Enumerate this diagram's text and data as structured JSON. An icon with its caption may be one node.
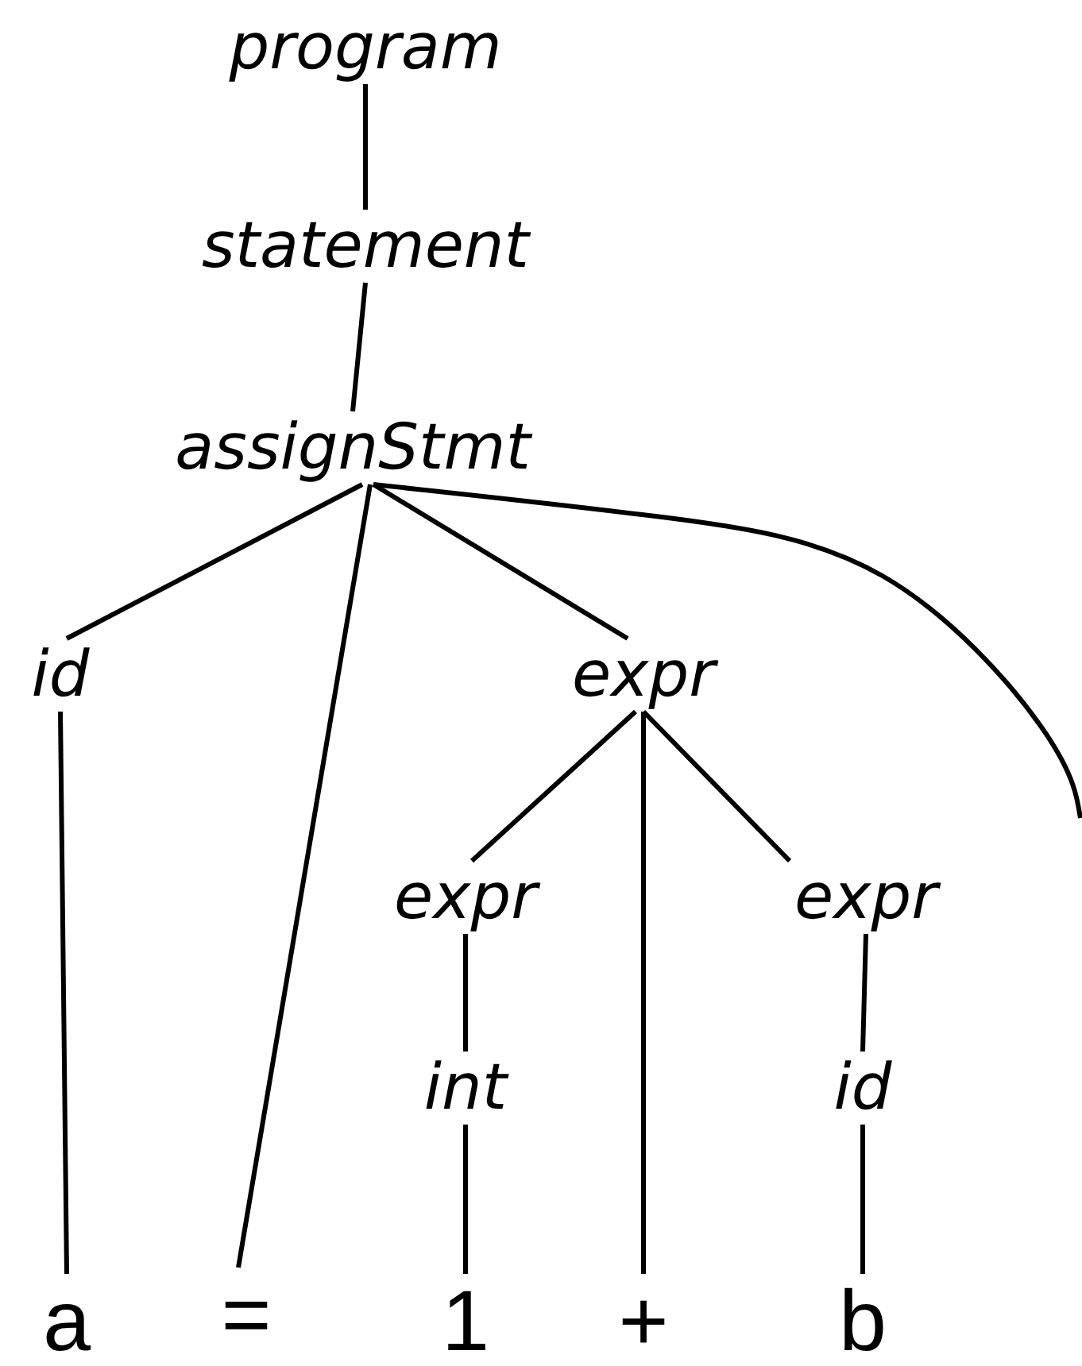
{
  "diagram": {
    "nodes": [
      {
        "text": [
          "program"
        ]
      },
      {
        "text": [
          "statement"
        ]
      },
      {
        "text": [
          "assignStmt"
        ]
      },
      {
        "text": [
          "id"
        ]
      },
      {
        "text": [
          "expr"
        ]
      },
      {
        "text": [
          "expr"
        ]
      },
      {
        "text": [
          "expr"
        ]
      },
      {
        "text": [
          "int"
        ]
      },
      {
        "text": [
          "id"
        ]
      },
      {
        "text": [
          "a"
        ]
      },
      {
        "text": [
          "="
        ]
      },
      {
        "text": [
          "1"
        ]
      },
      {
        "text": [
          "+"
        ]
      },
      {
        "text": [
          "b"
        ]
      }
    ],
    "edges": [
      {
        "from": 0,
        "to": 1,
        "arrow": "none"
      },
      {
        "from": 1,
        "to": 2,
        "arrow": "none"
      },
      {
        "from": 2,
        "to": 3,
        "arrow": "none"
      },
      {
        "from": 2,
        "to": 10,
        "arrow": "none"
      },
      {
        "from": 2,
        "to": 4,
        "arrow": "none"
      },
      {
        "from": 2,
        "to": null,
        "arrow": "none"
      },
      {
        "from": 3,
        "to": 9,
        "arrow": "none"
      },
      {
        "from": 4,
        "to": 5,
        "arrow": "none"
      },
      {
        "from": 4,
        "to": 12,
        "arrow": "none"
      },
      {
        "from": 4,
        "to": 6,
        "arrow": "none"
      },
      {
        "from": 5,
        "to": 7,
        "arrow": "none"
      },
      {
        "from": 6,
        "to": 8,
        "arrow": "none"
      },
      {
        "from": 7,
        "to": 11,
        "arrow": "none"
      },
      {
        "from": 8,
        "to": 13,
        "arrow": "none"
      }
    ]
  }
}
